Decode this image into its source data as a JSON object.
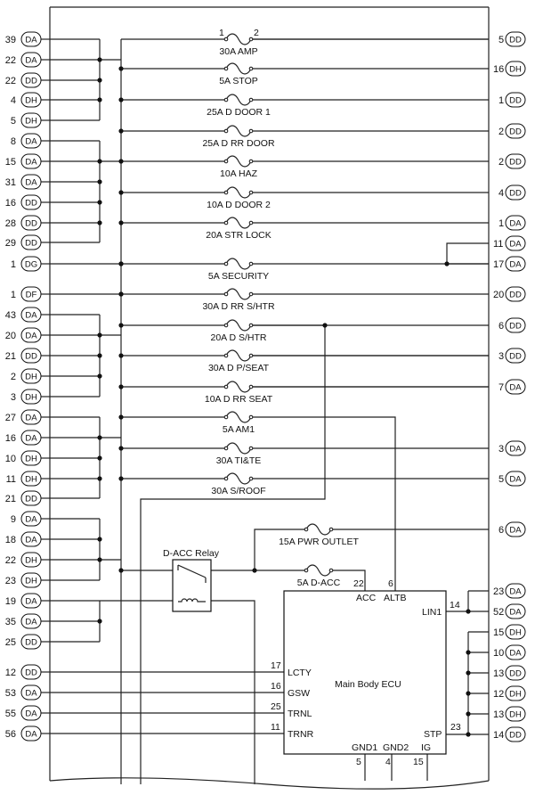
{
  "left_terminals": [
    {
      "pin": "39",
      "conn": "DA"
    },
    {
      "pin": "22",
      "conn": "DA"
    },
    {
      "pin": "22",
      "conn": "DD"
    },
    {
      "pin": "4",
      "conn": "DH"
    },
    {
      "pin": "5",
      "conn": "DH"
    },
    {
      "pin": "8",
      "conn": "DA"
    },
    {
      "pin": "15",
      "conn": "DA"
    },
    {
      "pin": "31",
      "conn": "DA"
    },
    {
      "pin": "16",
      "conn": "DD"
    },
    {
      "pin": "28",
      "conn": "DD"
    },
    {
      "pin": "29",
      "conn": "DD"
    },
    {
      "pin": "1",
      "conn": "DG"
    },
    {
      "pin": "1",
      "conn": "DF"
    },
    {
      "pin": "43",
      "conn": "DA"
    },
    {
      "pin": "20",
      "conn": "DA"
    },
    {
      "pin": "21",
      "conn": "DD"
    },
    {
      "pin": "2",
      "conn": "DH"
    },
    {
      "pin": "3",
      "conn": "DH"
    },
    {
      "pin": "27",
      "conn": "DA"
    },
    {
      "pin": "16",
      "conn": "DA"
    },
    {
      "pin": "10",
      "conn": "DH"
    },
    {
      "pin": "11",
      "conn": "DH"
    },
    {
      "pin": "21",
      "conn": "DD"
    },
    {
      "pin": "9",
      "conn": "DA"
    },
    {
      "pin": "18",
      "conn": "DA"
    },
    {
      "pin": "22",
      "conn": "DH"
    },
    {
      "pin": "23",
      "conn": "DH"
    },
    {
      "pin": "19",
      "conn": "DA"
    },
    {
      "pin": "35",
      "conn": "DA"
    },
    {
      "pin": "25",
      "conn": "DD"
    },
    {
      "pin": "12",
      "conn": "DD"
    },
    {
      "pin": "53",
      "conn": "DA"
    },
    {
      "pin": "55",
      "conn": "DA"
    },
    {
      "pin": "56",
      "conn": "DA"
    }
  ],
  "right_terminals": [
    {
      "pin": "5",
      "conn": "DD"
    },
    {
      "pin": "16",
      "conn": "DH"
    },
    {
      "pin": "1",
      "conn": "DD"
    },
    {
      "pin": "2",
      "conn": "DD"
    },
    {
      "pin": "2",
      "conn": "DD"
    },
    {
      "pin": "4",
      "conn": "DD"
    },
    {
      "pin": "1",
      "conn": "DA"
    },
    {
      "pin": "11",
      "conn": "DA"
    },
    {
      "pin": "17",
      "conn": "DA"
    },
    {
      "pin": "20",
      "conn": "DD"
    },
    {
      "pin": "6",
      "conn": "DD"
    },
    {
      "pin": "3",
      "conn": "DD"
    },
    {
      "pin": "7",
      "conn": "DA"
    },
    {
      "pin": "3",
      "conn": "DA"
    },
    {
      "pin": "5",
      "conn": "DA"
    },
    {
      "pin": "6",
      "conn": "DA"
    },
    {
      "pin": "23",
      "conn": "DA"
    },
    {
      "pin": "52",
      "conn": "DA"
    },
    {
      "pin": "15",
      "conn": "DH"
    },
    {
      "pin": "10",
      "conn": "DA"
    },
    {
      "pin": "13",
      "conn": "DD"
    },
    {
      "pin": "12",
      "conn": "DH"
    },
    {
      "pin": "13",
      "conn": "DH"
    },
    {
      "pin": "14",
      "conn": "DD"
    }
  ],
  "fuses": [
    {
      "label": "30A AMP",
      "pin_a": "1",
      "pin_b": "2"
    },
    {
      "label": "5A STOP"
    },
    {
      "label": "25A D DOOR 1"
    },
    {
      "label": "25A D RR DOOR"
    },
    {
      "label": "10A HAZ"
    },
    {
      "label": "10A D DOOR 2"
    },
    {
      "label": "20A STR LOCK"
    },
    {
      "label": "5A SECURITY"
    },
    {
      "label": "30A D RR S/HTR"
    },
    {
      "label": "20A D S/HTR"
    },
    {
      "label": "30A D P/SEAT"
    },
    {
      "label": "10A D RR SEAT"
    },
    {
      "label": "5A AM1"
    },
    {
      "label": "30A TI&TE"
    },
    {
      "label": "30A S/ROOF"
    },
    {
      "label": "15A PWR OUTLET"
    },
    {
      "label": "5A D-ACC"
    }
  ],
  "relay": {
    "label": "D-ACC Relay"
  },
  "ecu": {
    "title": "Main Body ECU",
    "pins": [
      {
        "name": "ACC",
        "num": "22"
      },
      {
        "name": "ALTB",
        "num": "6"
      },
      {
        "name": "LIN1",
        "num": "14"
      },
      {
        "name": "LCTY",
        "num": "17"
      },
      {
        "name": "GSW",
        "num": "16"
      },
      {
        "name": "TRNL",
        "num": "25"
      },
      {
        "name": "TRNR",
        "num": "11"
      },
      {
        "name": "STP",
        "num": "23"
      },
      {
        "name": "GND1",
        "num": "5"
      },
      {
        "name": "GND2",
        "num": "4"
      },
      {
        "name": "IG",
        "num": "15"
      }
    ]
  }
}
